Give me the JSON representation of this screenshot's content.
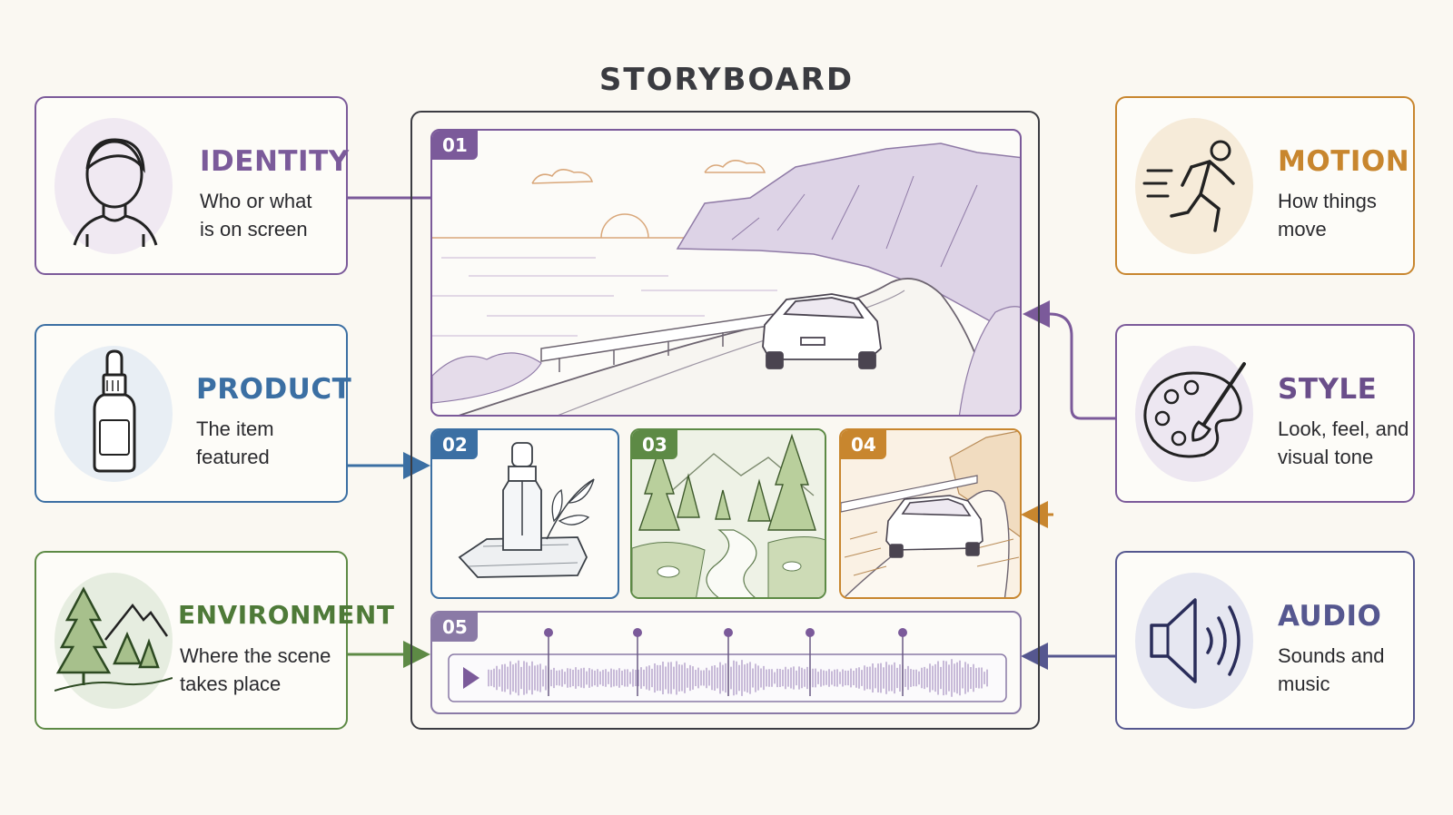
{
  "title": "STORYBOARD",
  "colors": {
    "identity": "#7b5a9a",
    "product": "#3b6fa3",
    "environment": "#5d8a45",
    "motion": "#c8862e",
    "style": "#7b5a9a",
    "audio": "#55578f",
    "frame": "#3b3c42"
  },
  "left_cards": [
    {
      "key": "identity",
      "name": "IDENTITY",
      "desc": "Who or what\nis on screen",
      "icon": "person-icon"
    },
    {
      "key": "product",
      "name": "PRODUCT",
      "desc": "The item\nfeatured",
      "icon": "dropper-bottle-icon"
    },
    {
      "key": "environment",
      "name": "ENVIRONMENT",
      "desc": "Where the scene\ntakes place",
      "icon": "trees-mountain-icon"
    }
  ],
  "right_cards": [
    {
      "key": "motion",
      "name": "MOTION",
      "desc": "How things\nmove",
      "icon": "running-person-icon"
    },
    {
      "key": "style",
      "name": "STYLE",
      "desc": "Look, feel, and\nvisual tone",
      "icon": "palette-brush-icon"
    },
    {
      "key": "audio",
      "name": "AUDIO",
      "desc": "Sounds and\nmusic",
      "icon": "speaker-icon"
    }
  ],
  "panels": [
    {
      "num": "01",
      "scene": "coastal-road-car-illustration"
    },
    {
      "num": "02",
      "scene": "serum-bottle-on-rock-illustration"
    },
    {
      "num": "03",
      "scene": "forest-stream-illustration"
    },
    {
      "num": "04",
      "scene": "car-motion-road-illustration"
    },
    {
      "num": "05",
      "scene": "audio-waveform",
      "controls": "play-icon"
    }
  ]
}
